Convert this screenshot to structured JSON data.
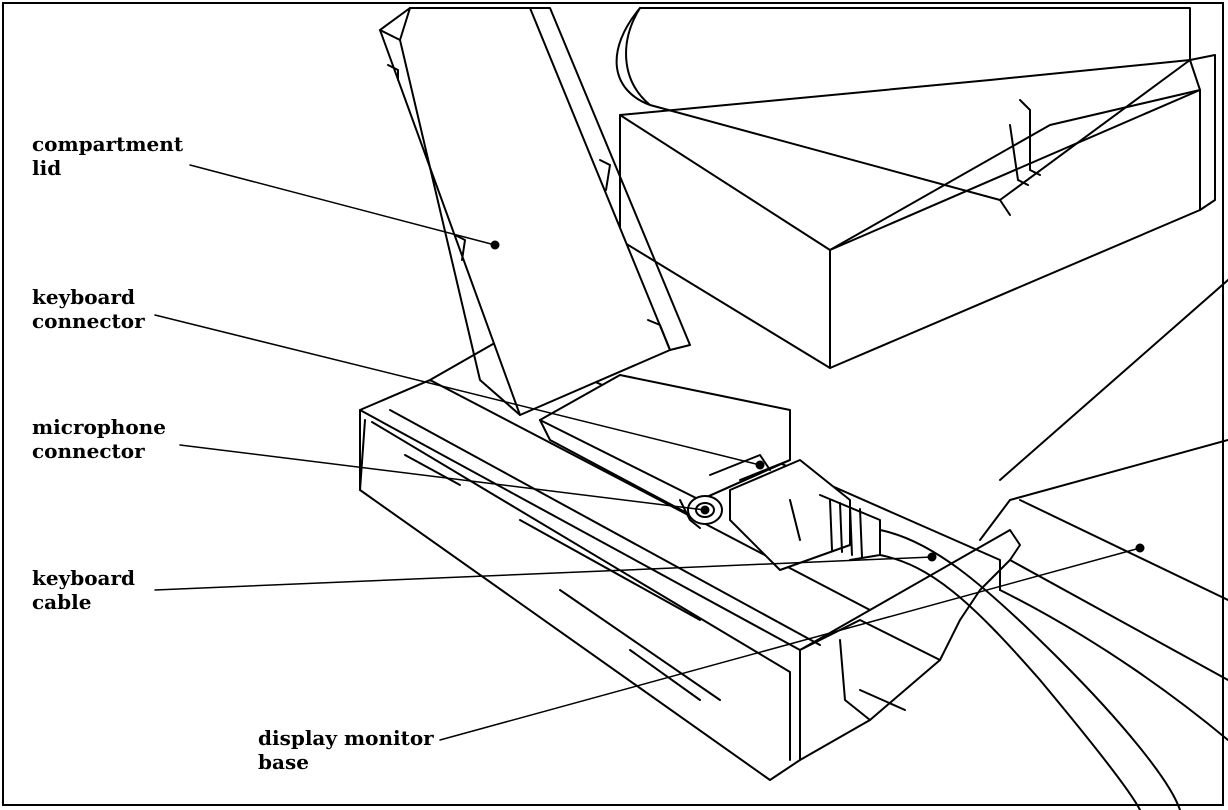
{
  "labels": {
    "compartment_lid": [
      "compartment",
      "lid"
    ],
    "keyboard_connector": [
      "keyboard",
      "connector"
    ],
    "microphone_connector": [
      "microphone",
      "connector"
    ],
    "keyboard_cable": [
      "keyboard",
      "cable"
    ],
    "display_monitor_base": [
      "display monitor",
      "base"
    ]
  },
  "colors": {
    "ink": "#000000",
    "paper": "#ffffff"
  }
}
